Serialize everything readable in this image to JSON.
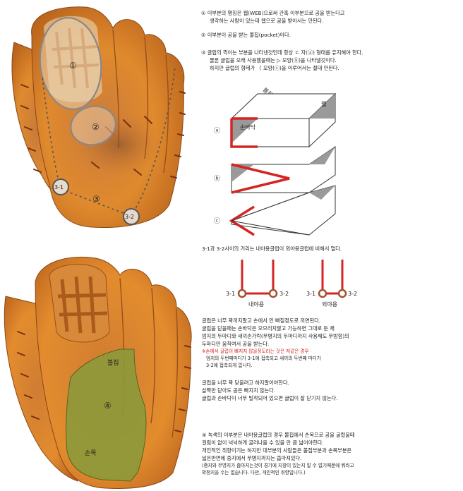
{
  "glove_top": {
    "markers": {
      "m1": "①",
      "m2": "②",
      "m3": "③",
      "m31": "3-1",
      "m32": "3-2"
    }
  },
  "glove_bottom": {
    "bolsal_label": "볼집",
    "marker4": "④",
    "sonmok_label": "손목"
  },
  "notes": {
    "n1_l1": "① 이부분의 명칭은 웹(WEB)으로써 간혹 이부분으로 공을 받는다고",
    "n1_l2": "생각하는 사람이 있는데 웹으로 공을 받아서는 안된다.",
    "n2": "② 이부분이 공을 받는 볼집(pocket)이다.",
    "n3_l1": "③ 글럽의 꺽이는 부분을 나타낸것인데 항상 ㄷ 자(ⓐ) 형태를 유지해야 한다.",
    "n3_l2": "물론 글럽을 오래 사용했을때는 ▷ 모양(ⓑ)을 나타낼것이다.",
    "n3_l3": "하지만 글럽의 형태가 〈 모양(ⓒ)을 이루어서는 절대 안된다."
  },
  "fold_diagram": {
    "label_a": "ⓐ",
    "label_b": "ⓑ",
    "label_c": "ⓒ",
    "palm_label": "손바닥",
    "web_label": "웹",
    "pocket_label": "볼집"
  },
  "distance": {
    "caption": "3-1과 3-2사이의 거리는 내야용글럽이 외야용글럽에 비해서 멀다.",
    "infield_label": "내야용",
    "outfield_label": "외야용",
    "left_mark": "3-1",
    "right_mark": "3-2"
  },
  "paragraph_a": {
    "l1": "글럽은 너무 꽉끼지말고 손에서 안 빠질정도로 끼면된다.",
    "l2": "글럽을 닫을때는 손바닥은 오므리지말고 가능하면 그대로 둔 채",
    "l3": "엄지의 두마디와 새끼손가락(무명지의 두마디까지 사용해도 무방함)의",
    "l4": "두마디만 움직여서 공을 받는다.",
    "l5": "※손에서 글럽이 빠지지 않을정도라는 것은 저같은 경우",
    "l6": "엄지의 두번째마디가 3-1에 접촉되고 새끼의 두번째 마디가",
    "l7": "3-2에 접촉되게 낍니다."
  },
  "paragraph_b": {
    "l1": "글럽을 너무 꽉 닫을려고 하지말아야한다.",
    "l2": "살짝만 닫아도 공은 빠지지 않는다.",
    "l3": "글럽과 손바닥이 너무 밀착되어 있으면 글럽이 잘 닫기지 않는다."
  },
  "paragraph_c": {
    "l1": "④ 녹색의 이부분은 내야용글럽의 경우 볼집에서 손목으로 공을 굴렸을때",
    "l2": "걸림이 없이 넉넉하게 굴러나올 수 있을 만 큼 넓어야한다.",
    "l3": "개인적인 취향이기는 하지만 대부분의 사람들은 볼집부분과 손목부분은",
    "l4": "넓은반면에 중지에서 무명지까지는 좁아져있다.",
    "l5": "(중지와 무명지가 좁아지는것이 경기에 지장이 있는지 알 수 없기때문에 뭐라고",
    "l6": "확정지을 수는 없습니다. 다만, 개인적인 취향입니다.)"
  },
  "colors": {
    "leather": "#d9822b",
    "leather_dark": "#a65318",
    "lace": "#8a3a10",
    "red": "#d42424",
    "green": "#8a9a3a",
    "gray": "#9a9a9a"
  }
}
